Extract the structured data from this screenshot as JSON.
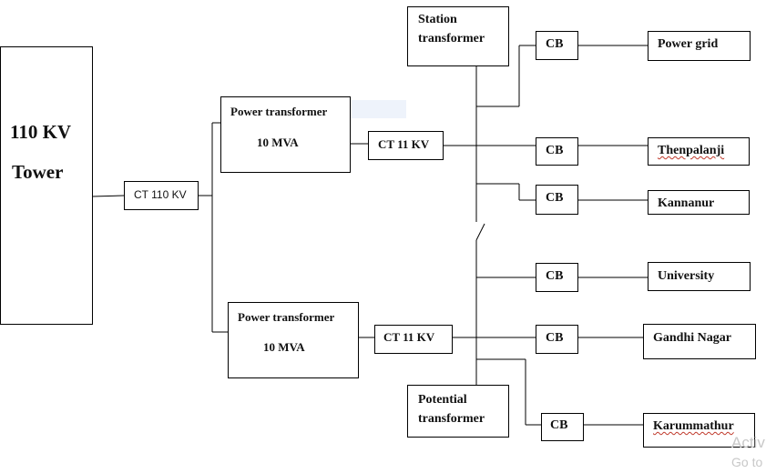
{
  "tower": {
    "line1": "110 KV",
    "line2": "Tower"
  },
  "ct_main": "CT 110  KV",
  "power_transformer_1": {
    "title": "Power transformer",
    "rating": "10 MVA"
  },
  "power_transformer_2": {
    "title": "Power transformer",
    "rating": "10 MVA"
  },
  "ct_11kv_1": "CT 11 KV",
  "ct_11kv_2": "CT 11 KV",
  "station_transformer": {
    "line1": "Station",
    "line2": "transformer"
  },
  "potential_transformer": {
    "line1": "Potential",
    "line2": "transformer"
  },
  "cb_label": "CB",
  "feeders": [
    {
      "name": "Power grid"
    },
    {
      "name": "Thenpalanji"
    },
    {
      "name": "Kannanur"
    },
    {
      "name": "University"
    },
    {
      "name": "Gandhi Nagar"
    },
    {
      "name": "Karummathur"
    }
  ],
  "watermark": {
    "line1": "Activ",
    "line2": "Go to"
  }
}
